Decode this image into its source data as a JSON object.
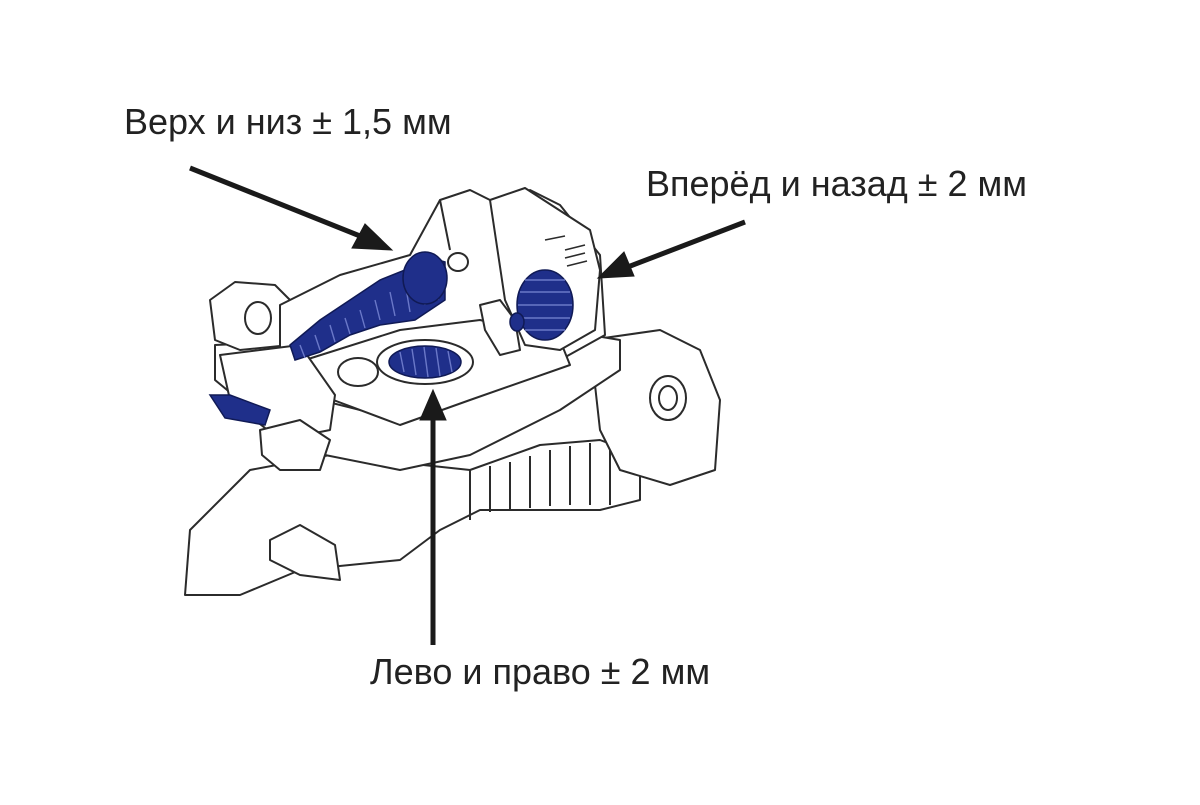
{
  "labels": {
    "vertical": "Верх и низ ± 1,5 мм",
    "depth": "Вперёд и назад ± 2 мм",
    "lateral": "Лево и право ± 2 мм"
  },
  "colors": {
    "outline": "#2b2b2b",
    "body": "#ffffff",
    "adjuster": "#1f2f8a",
    "adjuster_dark": "#101a55",
    "arrow": "#1a1a1a",
    "text": "#222222"
  },
  "icons": {
    "vertical_arrow": "arrow-pointer-icon",
    "depth_arrow": "arrow-pointer-icon",
    "lateral_arrow": "arrow-up-icon"
  }
}
